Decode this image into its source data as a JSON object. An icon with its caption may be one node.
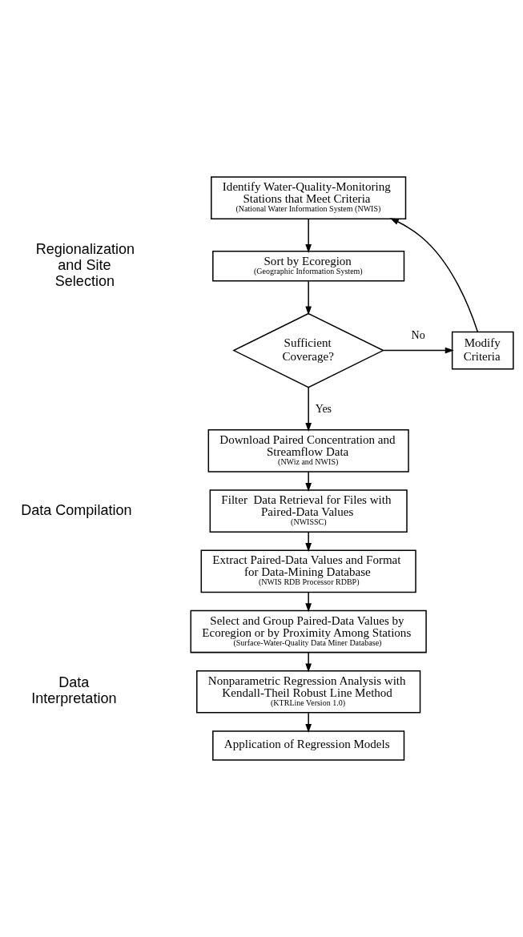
{
  "diagram": {
    "nodes": [
      {
        "text": [
          "Identify Water-Quality-Monitoring Stations that Meet Criteria",
          "(National Water Information System (NWIS)"
        ]
      },
      {
        "text": [
          "Sort by Ecoregion",
          "(Geographic Information System)"
        ]
      },
      {
        "text": [
          "Sufficient Coverage?"
        ]
      },
      {
        "text": [
          "Modify Criteria"
        ]
      },
      {
        "text": [
          "Download Paired Concentration and Streamflow Data",
          "(NWiz and NWIS)"
        ]
      },
      {
        "text": [
          "Filter  Data Retrieval for Files with Paired-Data Values",
          "(NWISSC)"
        ]
      },
      {
        "text": [
          "Extract Paired-Data Values and Format for Data-Mining Database",
          "(NWIS RDB Processor RDBP)"
        ]
      },
      {
        "text": [
          "Select and Group Paired-Data Values by Ecoregion or by Proximity Among Stations",
          "(Surface-Water-Quality Data Miner Database)"
        ]
      },
      {
        "text": [
          "Nonparametric Regression Analysis with Kendall-Theil Robust Line Method",
          "(KTRLine Version 1.0)"
        ]
      },
      {
        "text": [
          "Application of Regression Models"
        ]
      }
    ],
    "edges": [
      {
        "from": 0,
        "to": 1,
        "arrow": "to"
      },
      {
        "from": 1,
        "to": 2,
        "arrow": "to"
      },
      {
        "from": 2,
        "to": 3,
        "arrow": "to",
        "label": "No"
      },
      {
        "from": 3,
        "to": 0,
        "arrow": "to"
      },
      {
        "from": 2,
        "to": 4,
        "arrow": "to",
        "label": "Yes"
      },
      {
        "from": 4,
        "to": 5,
        "arrow": "to"
      },
      {
        "from": 5,
        "to": 6,
        "arrow": "to"
      },
      {
        "from": 6,
        "to": 7,
        "arrow": "to"
      },
      {
        "from": 7,
        "to": 8,
        "arrow": "to"
      },
      {
        "from": 8,
        "to": 9,
        "arrow": "to"
      }
    ],
    "labels": [
      "Regionalization and Site Selection",
      "Data Compilation",
      "Data Interpretation"
    ]
  }
}
